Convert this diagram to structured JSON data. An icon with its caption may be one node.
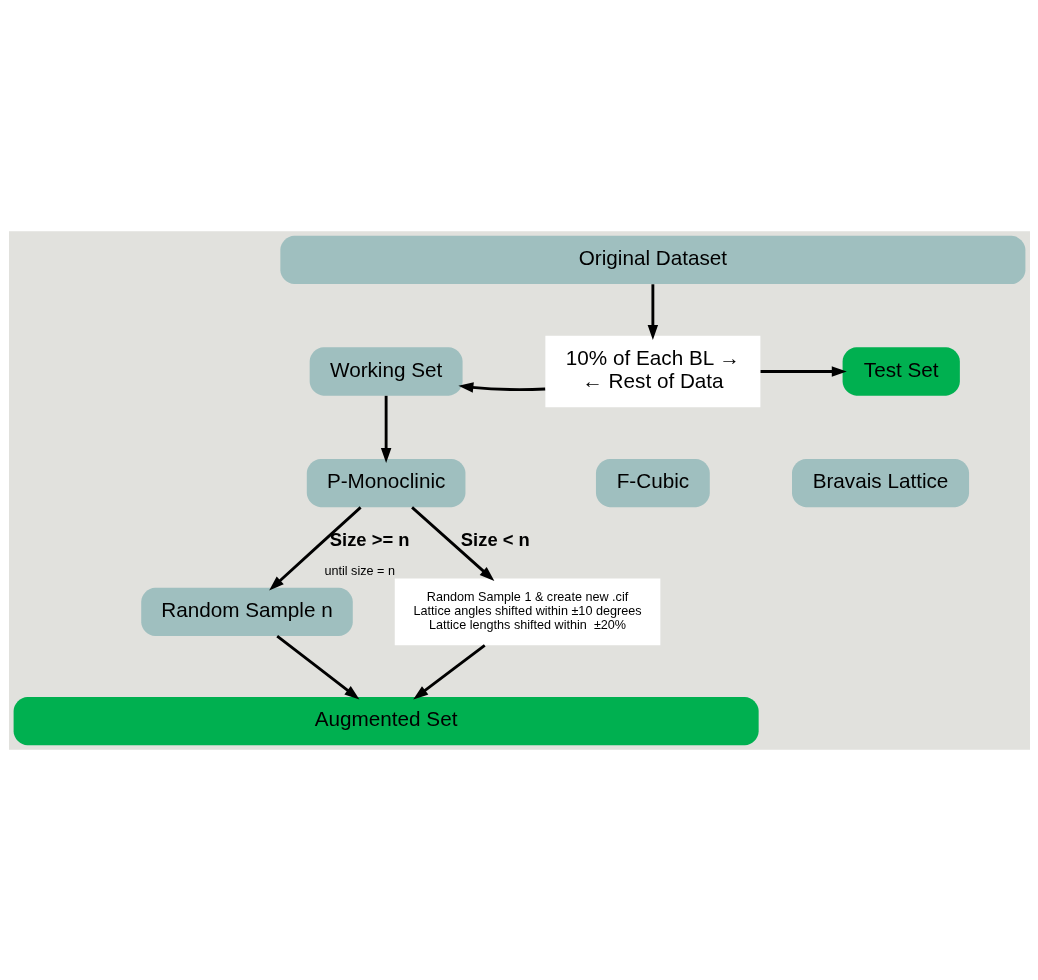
{
  "diagram": {
    "nodes": [
      {
        "text": [
          "Original Dataset"
        ]
      },
      {
        "text": [
          "Working Set"
        ]
      },
      {
        "text": [
          "10% of Each BL →",
          "← Rest of Data"
        ]
      },
      {
        "text": [
          "Test Set"
        ]
      },
      {
        "text": [
          "P-Monoclinic"
        ]
      },
      {
        "text": [
          "F-Cubic"
        ]
      },
      {
        "text": [
          "Bravais Lattice"
        ]
      },
      {
        "text": [
          "Random Sample n"
        ]
      },
      {
        "text": [
          "Random Sample 1 & create new .cif",
          "Lattice angles shifted within ±10 degrees",
          "Lattice lengths shifted within  ±20%"
        ],
        "beside": [
          "until size = n"
        ]
      },
      {
        "text": [
          "Augmented Set"
        ]
      }
    ],
    "edges": [
      {
        "from": 0,
        "to": 2,
        "arrow": "to"
      },
      {
        "from": 2,
        "to": 3,
        "arrow": "to"
      },
      {
        "from": 2,
        "to": 1,
        "arrow": "to"
      },
      {
        "from": 1,
        "to": 4,
        "arrow": "to"
      },
      {
        "from": 4,
        "to": 7,
        "arrow": "to",
        "label": "Size >= n"
      },
      {
        "from": 4,
        "to": 8,
        "arrow": "to",
        "label": "Size < n"
      },
      {
        "from": 7,
        "to": 9,
        "arrow": "to"
      },
      {
        "from": 8,
        "to": 9,
        "arrow": "to"
      }
    ]
  }
}
